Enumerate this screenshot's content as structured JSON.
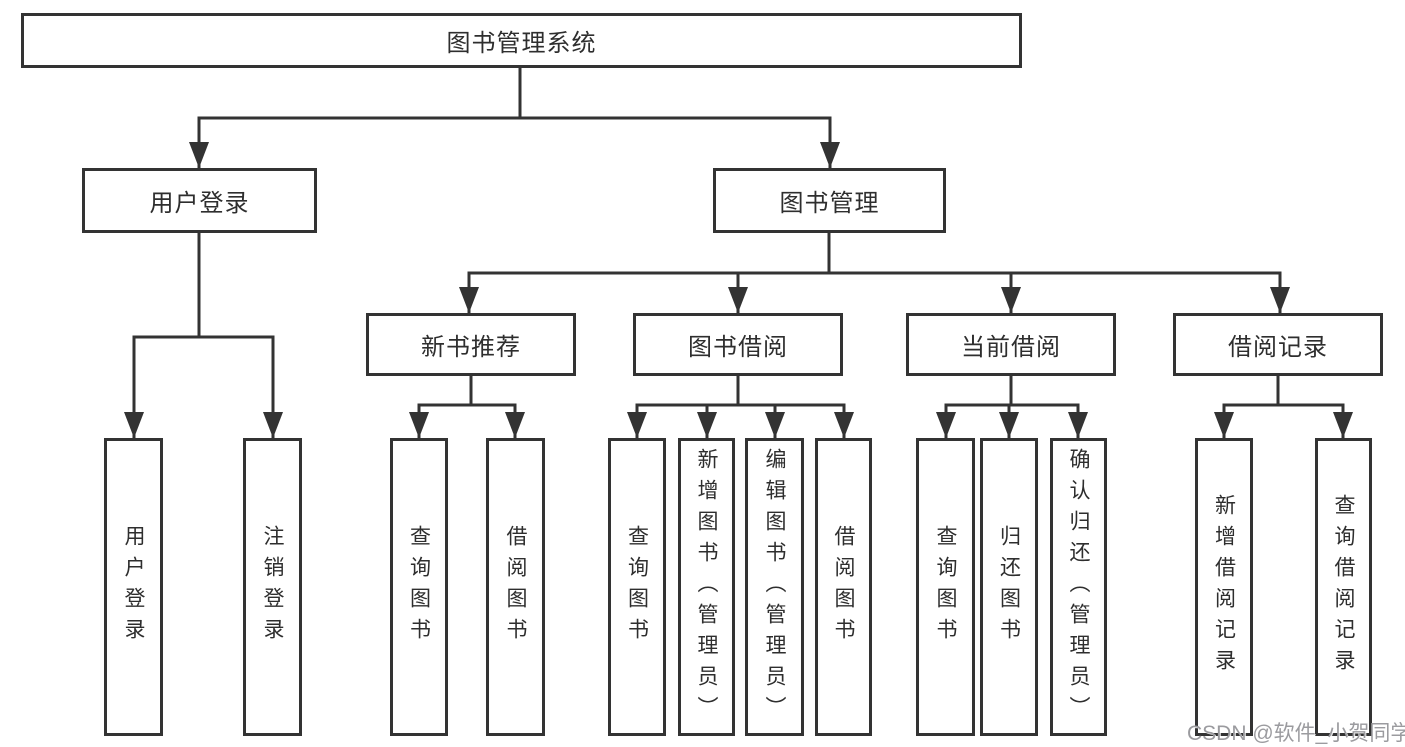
{
  "diagram": {
    "root": {
      "label": "图书管理系统"
    },
    "branches": [
      {
        "label": "用户登录",
        "children": [
          {
            "label": "用户登录"
          },
          {
            "label": "注销登录"
          }
        ]
      },
      {
        "label": "图书管理",
        "children": [
          {
            "label": "新书推荐",
            "children": [
              {
                "label": "查询图书"
              },
              {
                "label": "借阅图书"
              }
            ]
          },
          {
            "label": "图书借阅",
            "children": [
              {
                "label": "查询图书"
              },
              {
                "label": "新增图书（管理员）"
              },
              {
                "label": "编辑图书（管理员）"
              },
              {
                "label": "借阅图书"
              }
            ]
          },
          {
            "label": "当前借阅",
            "children": [
              {
                "label": "查询图书"
              },
              {
                "label": "归还图书"
              },
              {
                "label": "确认归还（管理员）"
              }
            ]
          },
          {
            "label": "借阅记录",
            "children": [
              {
                "label": "新增借阅记录"
              },
              {
                "label": "查询借阅记录"
              }
            ]
          }
        ]
      }
    ]
  },
  "watermark": {
    "text": "CSDN @软件_小贺同学"
  },
  "colors": {
    "line": "#333333",
    "text": "#2e2e2e",
    "watermark": "#9b9b9f",
    "background": "#ffffff"
  }
}
